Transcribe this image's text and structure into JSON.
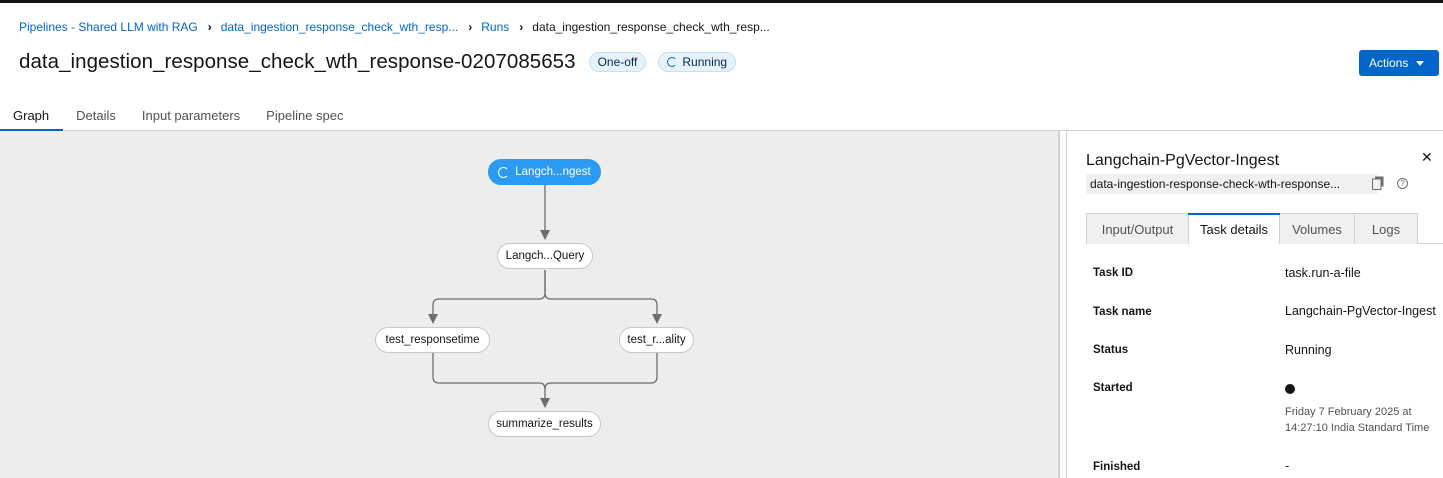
{
  "breadcrumb": {
    "items": [
      "Pipelines - Shared LLM with RAG",
      "data_ingestion_response_check_wth_resp...",
      "Runs",
      "data_ingestion_response_check_wth_resp..."
    ]
  },
  "header": {
    "title": "data_ingestion_response_check_wth_response-0207085653",
    "badge_oneoff": "One-off",
    "badge_status": "Running",
    "actions_label": "Actions"
  },
  "tabs": [
    "Graph",
    "Details",
    "Input parameters",
    "Pipeline spec"
  ],
  "graph": {
    "nodes": [
      "Langch...ngest",
      "Langch...Query",
      "test_responsetime",
      "test_r...ality",
      "summarize_results"
    ]
  },
  "drawer": {
    "title": "Langchain-PgVector-Ingest",
    "run_id": "data-ingestion-response-check-wth-response...",
    "tabs": [
      "Input/Output",
      "Task details",
      "Volumes",
      "Logs"
    ],
    "rows": {
      "task_id_label": "Task ID",
      "task_id_value": "task.run-a-file",
      "task_name_label": "Task name",
      "task_name_value": "Langchain-PgVector-Ingest",
      "status_label": "Status",
      "status_value": "Running",
      "started_label": "Started",
      "started_line1": "Friday 7 February 2025 at",
      "started_line2": "14:27:10 India Standard Time",
      "finished_label": "Finished",
      "finished_value": "-"
    }
  },
  "colors": {
    "accent": "#0066cc",
    "active_node": "#2b9af3",
    "canvas_bg": "#ededed"
  }
}
